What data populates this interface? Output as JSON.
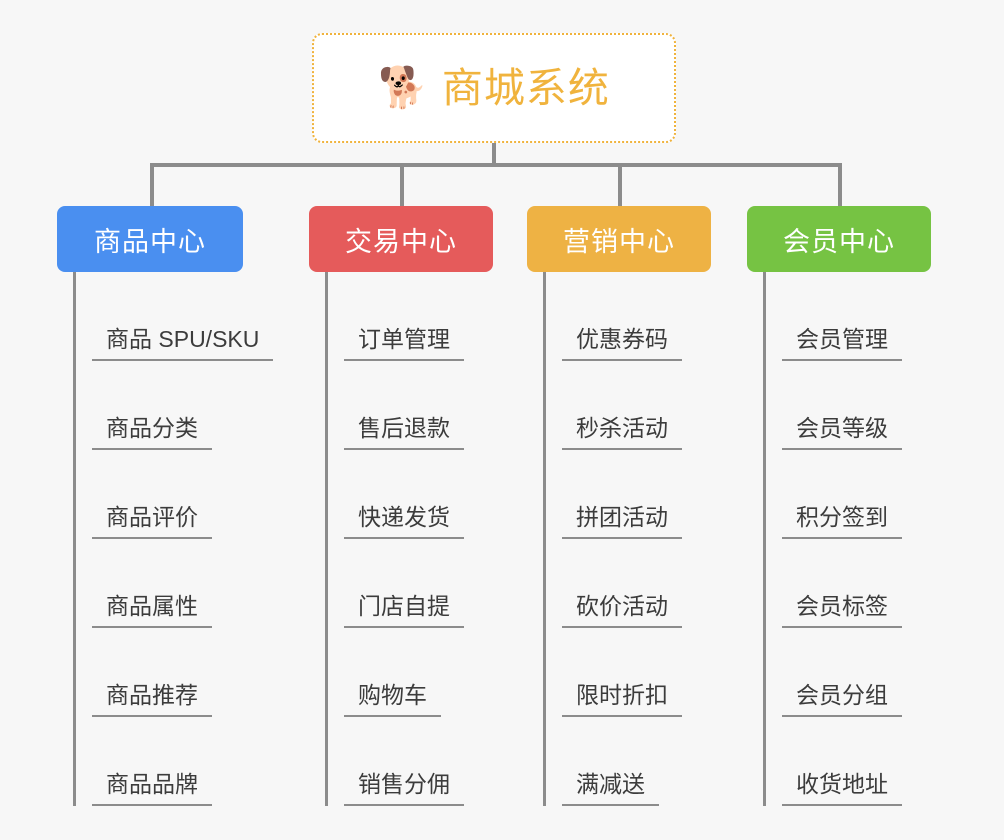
{
  "page": {
    "background_color": "#f7f7f7",
    "diagram_type": "mind-map"
  },
  "root": {
    "emoji": "🐕",
    "emoji_name": "shiba-inu-emoji",
    "title": "商城系统",
    "text_color": "#f0b33d",
    "border_color": "#f0b33d",
    "background_color": "#ffffff"
  },
  "connector": {
    "color": "#8c8c8c"
  },
  "branches": [
    {
      "id": "product-center",
      "label": "商品中心",
      "color": "#4a8ff0",
      "items": [
        "商品 SPU/SKU",
        "商品分类",
        "商品评价",
        "商品属性",
        "商品推荐",
        "商品品牌"
      ]
    },
    {
      "id": "trade-center",
      "label": "交易中心",
      "color": "#e55b5b",
      "items": [
        "订单管理",
        "售后退款",
        "快递发货",
        "门店自提",
        "购物车",
        "销售分佣"
      ]
    },
    {
      "id": "marketing-center",
      "label": "营销中心",
      "color": "#eeb244",
      "items": [
        "优惠券码",
        "秒杀活动",
        "拼团活动",
        "砍价活动",
        "限时折扣",
        "满减送"
      ]
    },
    {
      "id": "member-center",
      "label": "会员中心",
      "color": "#76c343",
      "items": [
        "会员管理",
        "会员等级",
        "积分签到",
        "会员标签",
        "会员分组",
        "收货地址"
      ]
    }
  ]
}
